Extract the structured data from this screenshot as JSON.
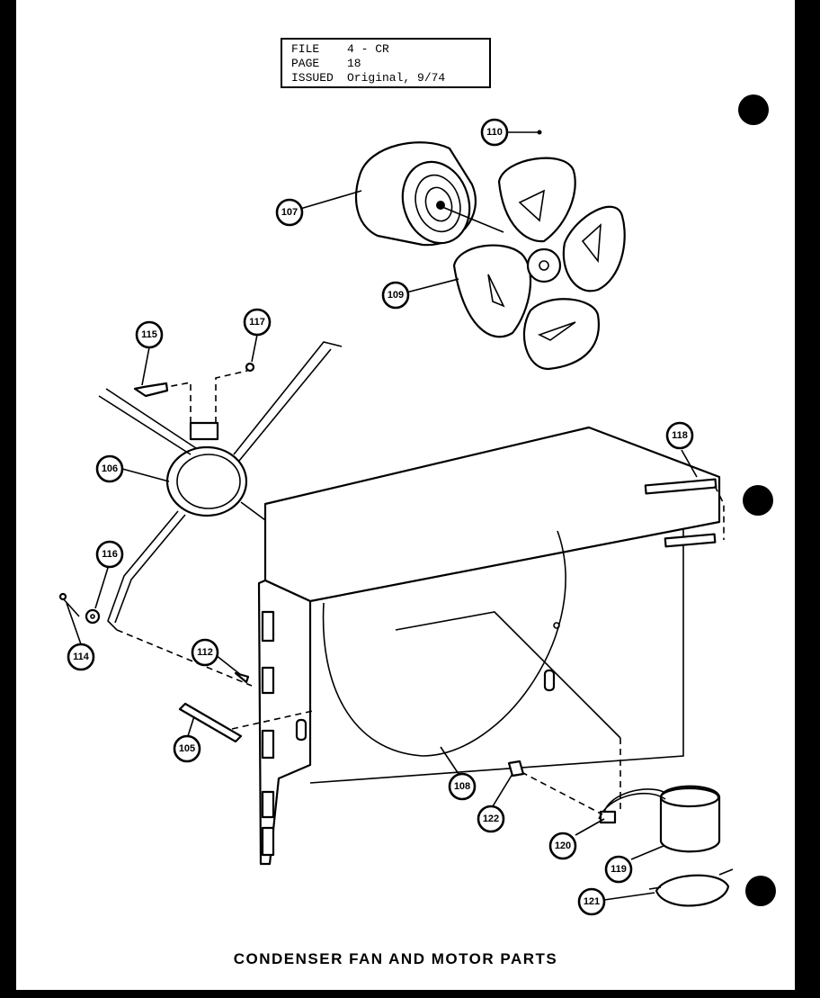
{
  "file_block": {
    "rows": [
      {
        "label": "FILE",
        "value": "4 - CR"
      },
      {
        "label": "PAGE",
        "value": "18"
      },
      {
        "label": "ISSUED",
        "value": "Original, 9/74"
      }
    ]
  },
  "caption": "CONDENSER FAN AND MOTOR PARTS",
  "callouts": [
    "110",
    "107",
    "109",
    "115",
    "117",
    "106",
    "116",
    "114",
    "112",
    "105",
    "118",
    "108",
    "122",
    "120",
    "119",
    "121"
  ],
  "colors": {
    "ink": "#000000",
    "paper": "#ffffff"
  }
}
